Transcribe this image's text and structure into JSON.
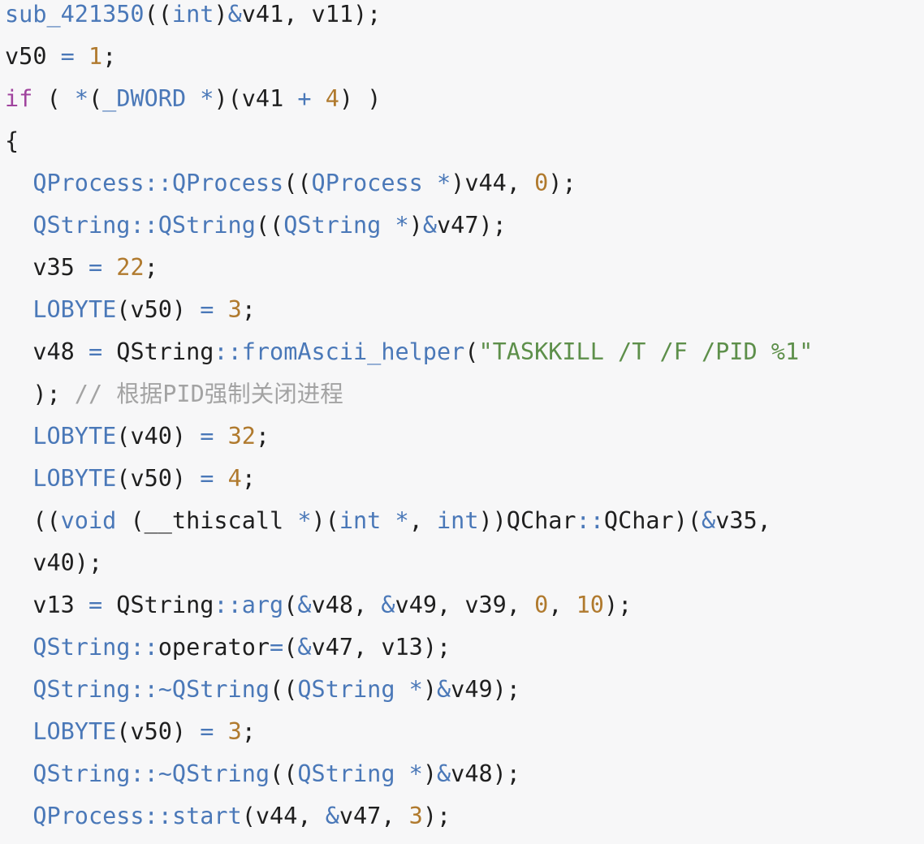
{
  "colors": {
    "background": "#f7f7f8",
    "plain": "#1f1f1f",
    "function": "#4a78b8",
    "type": "#4a78b8",
    "operator": "#4a78b8",
    "keyword": "#a0449e",
    "number": "#b07a2e",
    "string": "#5d8f4a",
    "comment": "#a3a3a3"
  },
  "code": {
    "lines": [
      [
        [
          "func",
          "sub_421350"
        ],
        [
          "plain",
          "(("
        ],
        [
          "type",
          "int"
        ],
        [
          "plain",
          ")"
        ],
        [
          "op",
          "&"
        ],
        [
          "plain",
          "v41, v11);"
        ]
      ],
      [
        [
          "plain",
          "v50 "
        ],
        [
          "op",
          "="
        ],
        [
          "plain",
          " "
        ],
        [
          "num",
          "1"
        ],
        [
          "plain",
          ";"
        ]
      ],
      [
        [
          "kw",
          "if"
        ],
        [
          "plain",
          " ( "
        ],
        [
          "op",
          "*"
        ],
        [
          "plain",
          "("
        ],
        [
          "type",
          "_DWORD"
        ],
        [
          "plain",
          " "
        ],
        [
          "op",
          "*"
        ],
        [
          "plain",
          ")(v41 "
        ],
        [
          "op",
          "+"
        ],
        [
          "plain",
          " "
        ],
        [
          "num",
          "4"
        ],
        [
          "plain",
          ") )"
        ]
      ],
      [
        [
          "plain",
          "{"
        ]
      ],
      [
        [
          "plain",
          "  "
        ],
        [
          "type",
          "QProcess"
        ],
        [
          "op",
          "::"
        ],
        [
          "func",
          "QProcess"
        ],
        [
          "plain",
          "(("
        ],
        [
          "type",
          "QProcess"
        ],
        [
          "plain",
          " "
        ],
        [
          "op",
          "*"
        ],
        [
          "plain",
          ")v44, "
        ],
        [
          "num",
          "0"
        ],
        [
          "plain",
          ");"
        ]
      ],
      [
        [
          "plain",
          "  "
        ],
        [
          "type",
          "QString"
        ],
        [
          "op",
          "::"
        ],
        [
          "func",
          "QString"
        ],
        [
          "plain",
          "(("
        ],
        [
          "type",
          "QString"
        ],
        [
          "plain",
          " "
        ],
        [
          "op",
          "*"
        ],
        [
          "plain",
          ")"
        ],
        [
          "op",
          "&"
        ],
        [
          "plain",
          "v47);"
        ]
      ],
      [
        [
          "plain",
          "  v35 "
        ],
        [
          "op",
          "="
        ],
        [
          "plain",
          " "
        ],
        [
          "num",
          "22"
        ],
        [
          "plain",
          ";"
        ]
      ],
      [
        [
          "plain",
          "  "
        ],
        [
          "func",
          "LOBYTE"
        ],
        [
          "plain",
          "(v50) "
        ],
        [
          "op",
          "="
        ],
        [
          "plain",
          " "
        ],
        [
          "num",
          "3"
        ],
        [
          "plain",
          ";"
        ]
      ],
      [
        [
          "plain",
          "  v48 "
        ],
        [
          "op",
          "="
        ],
        [
          "plain",
          " QString"
        ],
        [
          "op",
          "::"
        ],
        [
          "func",
          "fromAscii_helper"
        ],
        [
          "plain",
          "("
        ],
        [
          "str",
          "\"TASKKILL /T /F /PID %1\""
        ]
      ],
      [
        [
          "plain",
          "  ); "
        ],
        [
          "comment",
          "// 根据PID强制关闭进程"
        ]
      ],
      [
        [
          "plain",
          "  "
        ],
        [
          "func",
          "LOBYTE"
        ],
        [
          "plain",
          "(v40) "
        ],
        [
          "op",
          "="
        ],
        [
          "plain",
          " "
        ],
        [
          "num",
          "32"
        ],
        [
          "plain",
          ";"
        ]
      ],
      [
        [
          "plain",
          "  "
        ],
        [
          "func",
          "LOBYTE"
        ],
        [
          "plain",
          "(v50) "
        ],
        [
          "op",
          "="
        ],
        [
          "plain",
          " "
        ],
        [
          "num",
          "4"
        ],
        [
          "plain",
          ";"
        ]
      ],
      [
        [
          "plain",
          "  (("
        ],
        [
          "type",
          "void"
        ],
        [
          "plain",
          " (__thiscall "
        ],
        [
          "op",
          "*"
        ],
        [
          "plain",
          ")("
        ],
        [
          "type",
          "int"
        ],
        [
          "plain",
          " "
        ],
        [
          "op",
          "*"
        ],
        [
          "plain",
          ", "
        ],
        [
          "type",
          "int"
        ],
        [
          "plain",
          "))QChar"
        ],
        [
          "op",
          "::"
        ],
        [
          "plain",
          "QChar)("
        ],
        [
          "op",
          "&"
        ],
        [
          "plain",
          "v35,"
        ]
      ],
      [
        [
          "plain",
          "  v40);"
        ]
      ],
      [
        [
          "plain",
          "  v13 "
        ],
        [
          "op",
          "="
        ],
        [
          "plain",
          " QString"
        ],
        [
          "op",
          "::"
        ],
        [
          "func",
          "arg"
        ],
        [
          "plain",
          "("
        ],
        [
          "op",
          "&"
        ],
        [
          "plain",
          "v48, "
        ],
        [
          "op",
          "&"
        ],
        [
          "plain",
          "v49, v39, "
        ],
        [
          "num",
          "0"
        ],
        [
          "plain",
          ", "
        ],
        [
          "num",
          "10"
        ],
        [
          "plain",
          ");"
        ]
      ],
      [
        [
          "plain",
          "  "
        ],
        [
          "type",
          "QString"
        ],
        [
          "op",
          "::"
        ],
        [
          "plain",
          "operator"
        ],
        [
          "op",
          "="
        ],
        [
          "plain",
          "("
        ],
        [
          "op",
          "&"
        ],
        [
          "plain",
          "v47, v13);"
        ]
      ],
      [
        [
          "plain",
          "  "
        ],
        [
          "type",
          "QString"
        ],
        [
          "op",
          "::"
        ],
        [
          "func",
          "~QString"
        ],
        [
          "plain",
          "(("
        ],
        [
          "type",
          "QString"
        ],
        [
          "plain",
          " "
        ],
        [
          "op",
          "*"
        ],
        [
          "plain",
          ")"
        ],
        [
          "op",
          "&"
        ],
        [
          "plain",
          "v49);"
        ]
      ],
      [
        [
          "plain",
          "  "
        ],
        [
          "func",
          "LOBYTE"
        ],
        [
          "plain",
          "(v50) "
        ],
        [
          "op",
          "="
        ],
        [
          "plain",
          " "
        ],
        [
          "num",
          "3"
        ],
        [
          "plain",
          ";"
        ]
      ],
      [
        [
          "plain",
          "  "
        ],
        [
          "type",
          "QString"
        ],
        [
          "op",
          "::"
        ],
        [
          "func",
          "~QString"
        ],
        [
          "plain",
          "(("
        ],
        [
          "type",
          "QString"
        ],
        [
          "plain",
          " "
        ],
        [
          "op",
          "*"
        ],
        [
          "plain",
          ")"
        ],
        [
          "op",
          "&"
        ],
        [
          "plain",
          "v48);"
        ]
      ],
      [
        [
          "plain",
          "  "
        ],
        [
          "type",
          "QProcess"
        ],
        [
          "op",
          "::"
        ],
        [
          "func",
          "start"
        ],
        [
          "plain",
          "(v44, "
        ],
        [
          "op",
          "&"
        ],
        [
          "plain",
          "v47, "
        ],
        [
          "num",
          "3"
        ],
        [
          "plain",
          ");"
        ]
      ]
    ]
  }
}
